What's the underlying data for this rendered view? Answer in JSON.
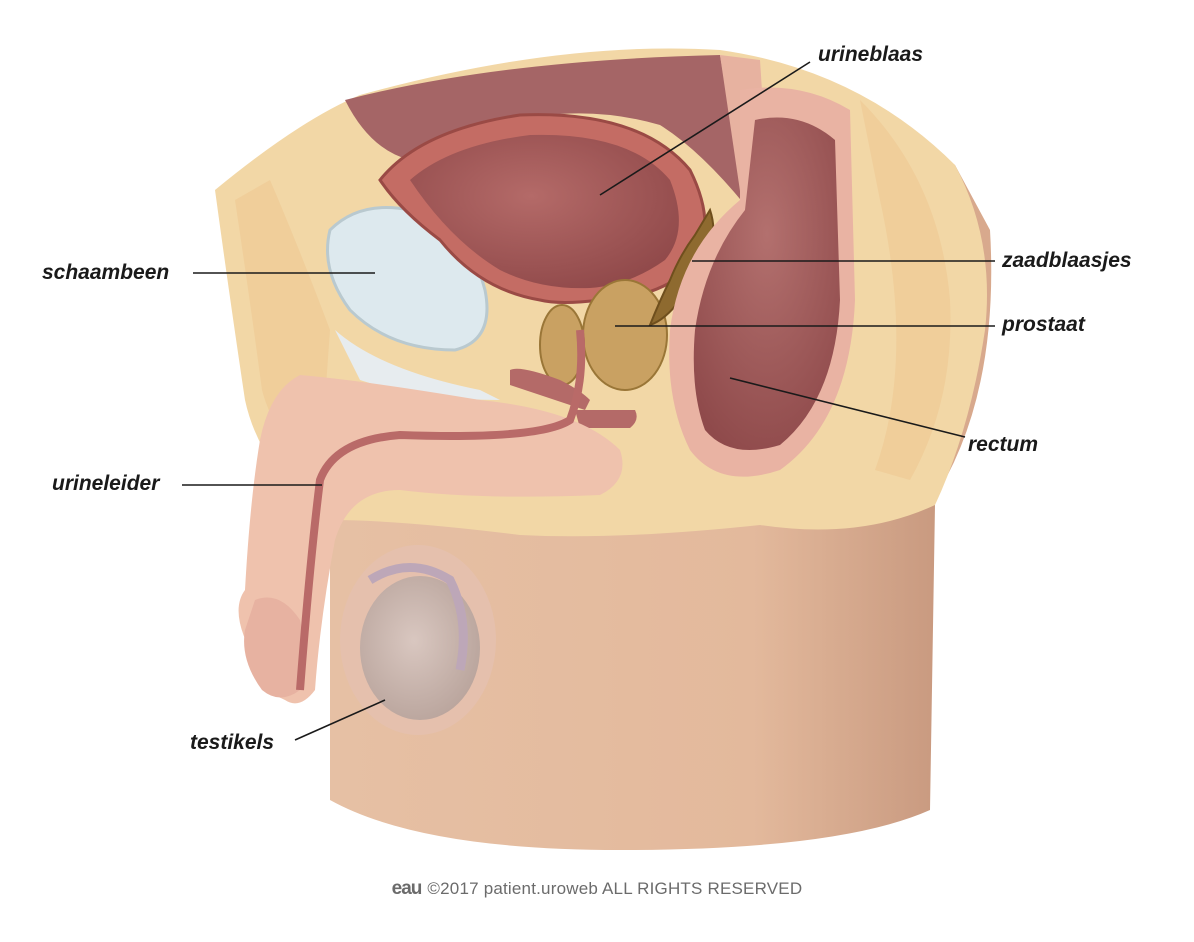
{
  "labels": {
    "urineblaas": "urineblaas",
    "schaambeen": "schaambeen",
    "zaadblaasjes": "zaadblaasjes",
    "prostaat": "prostaat",
    "rectum": "rectum",
    "urineleider": "urineleider",
    "testikels": "testikels"
  },
  "footer": {
    "logo": "eau",
    "text": "©2017 patient.uroweb ALL RIGHTS RESERVED"
  },
  "colors": {
    "skin": "#e9c4a8",
    "skin_dark": "#d9a98c",
    "fat": "#f1d8a8",
    "bladder_wall": "#c46c64",
    "bladder_inner": "#a4585a",
    "bone": "#dfe8ec",
    "prostate": "#c9a162",
    "vesicle": "#8e6a2f",
    "urethra": "#b86a68",
    "rectum": "#b96e6e",
    "testis": "#cdb9b2"
  }
}
